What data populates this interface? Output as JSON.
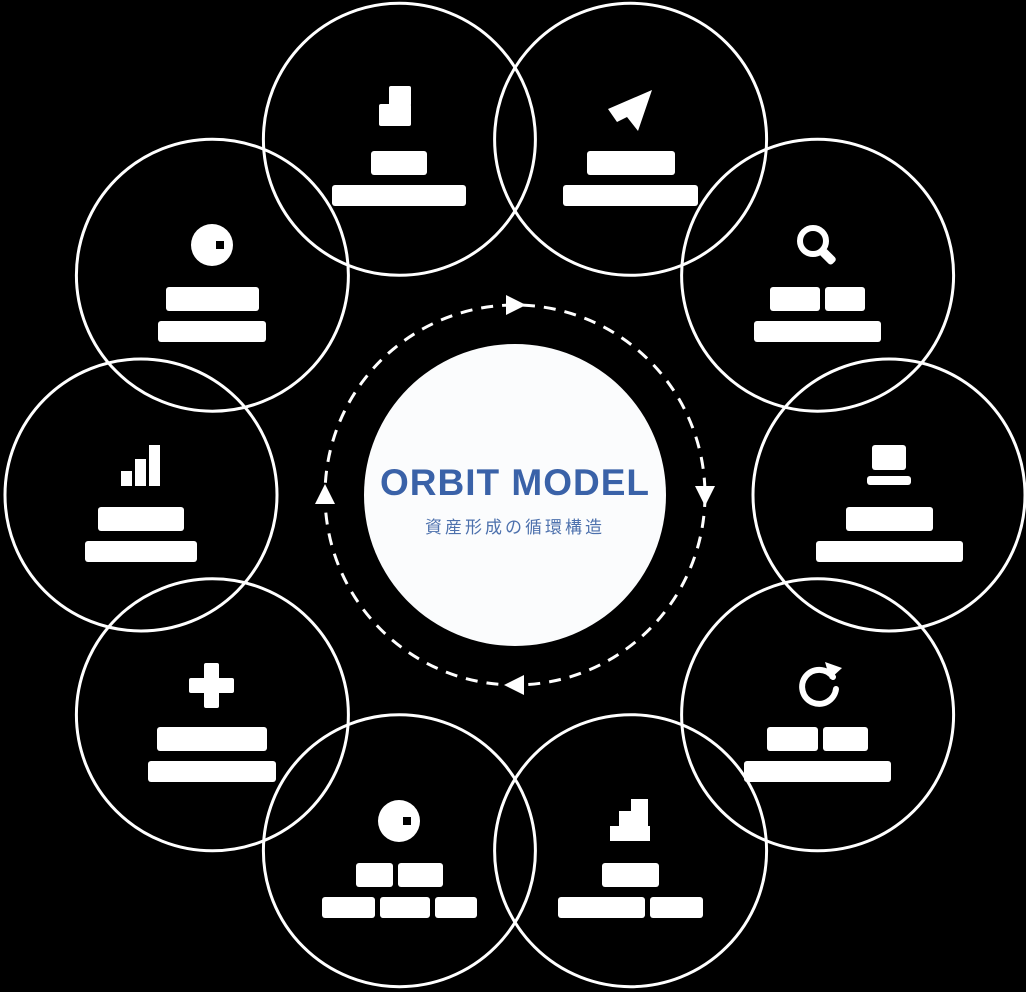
{
  "colors": {
    "background": "#000000",
    "foreground": "#ffffff",
    "title_color": "#3a62a8",
    "subtitle_color": "#4d71ad",
    "center_fill": "#fbfcfd"
  },
  "center": {
    "title": "ORBIT MODEL",
    "subtitle": "資産形成の循環構造"
  },
  "orbit": {
    "direction": "clockwise",
    "arrow_icon": "clockwise-arrow-icon",
    "ring_style": "dashed",
    "node_count": 10
  },
  "nodes": [
    {
      "id": "top-left",
      "angle_deg": -108,
      "icon": "block-stack-icon",
      "label_masked": true,
      "line1_segments": [
        56
      ],
      "line2_segments": [
        134
      ]
    },
    {
      "id": "top-right",
      "angle_deg": -72,
      "icon": "paper-plane-icon",
      "label_masked": true,
      "line1_segments": [
        88
      ],
      "line2_segments": [
        135
      ]
    },
    {
      "id": "right-upper",
      "angle_deg": -36,
      "icon": "magnifier-icon",
      "label_masked": true,
      "line1_segments": [
        50,
        40
      ],
      "line2_segments": [
        127
      ]
    },
    {
      "id": "right",
      "angle_deg": 0,
      "icon": "laptop-icon",
      "label_masked": true,
      "line1_segments": [
        87
      ],
      "line2_segments": [
        147
      ]
    },
    {
      "id": "right-lower",
      "angle_deg": 36,
      "icon": "refresh-cycle-icon",
      "label_masked": true,
      "line1_segments": [
        51,
        45
      ],
      "line2_segments": [
        147
      ]
    },
    {
      "id": "bottom-right",
      "angle_deg": 72,
      "icon": "steps-icon",
      "label_masked": true,
      "line1_segments": [
        57
      ],
      "line2_segments": [
        87,
        53
      ]
    },
    {
      "id": "bottom-left",
      "angle_deg": 108,
      "icon": "coin-icon",
      "label_masked": true,
      "line1_segments": [
        37,
        45
      ],
      "line2_segments": [
        53,
        50,
        42
      ]
    },
    {
      "id": "left-lower",
      "angle_deg": 144,
      "icon": "plus-icon",
      "label_masked": true,
      "line1_segments": [
        110
      ],
      "line2_segments": [
        128
      ]
    },
    {
      "id": "left",
      "angle_deg": 180,
      "icon": "bar-chart-icon",
      "label_masked": true,
      "line1_segments": [
        86
      ],
      "line2_segments": [
        112
      ]
    },
    {
      "id": "left-upper",
      "angle_deg": 216,
      "icon": "coin-icon",
      "label_masked": true,
      "line1_segments": [
        93
      ],
      "line2_segments": [
        108
      ]
    }
  ]
}
